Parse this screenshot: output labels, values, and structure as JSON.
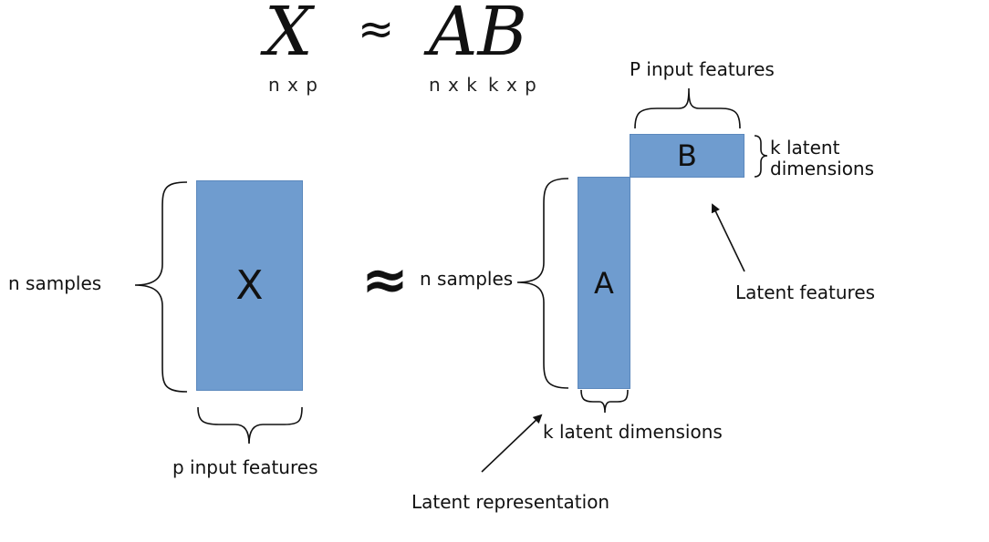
{
  "equation": {
    "lhs": "X",
    "approx": "≈",
    "rhs": "AB",
    "dim_x": "n x p",
    "dim_a": "n x k",
    "dim_b": "k x p"
  },
  "matrix_x": {
    "letter": "X",
    "rows_label": "n samples",
    "cols_label": "p input features"
  },
  "approx_symbol": "≈",
  "matrix_a": {
    "letter": "A",
    "rows_label": "n samples",
    "cols_label": "k latent dimensions"
  },
  "matrix_b": {
    "letter": "B",
    "cols_label": "P input features",
    "rows_label_line1": "k latent",
    "rows_label_line2": "dimensions"
  },
  "annotations": {
    "latent_features": "Latent features",
    "latent_representation": "Latent representation"
  },
  "colors": {
    "matrix_fill": "#6f9ccf",
    "matrix_border": "#5b88bd"
  }
}
